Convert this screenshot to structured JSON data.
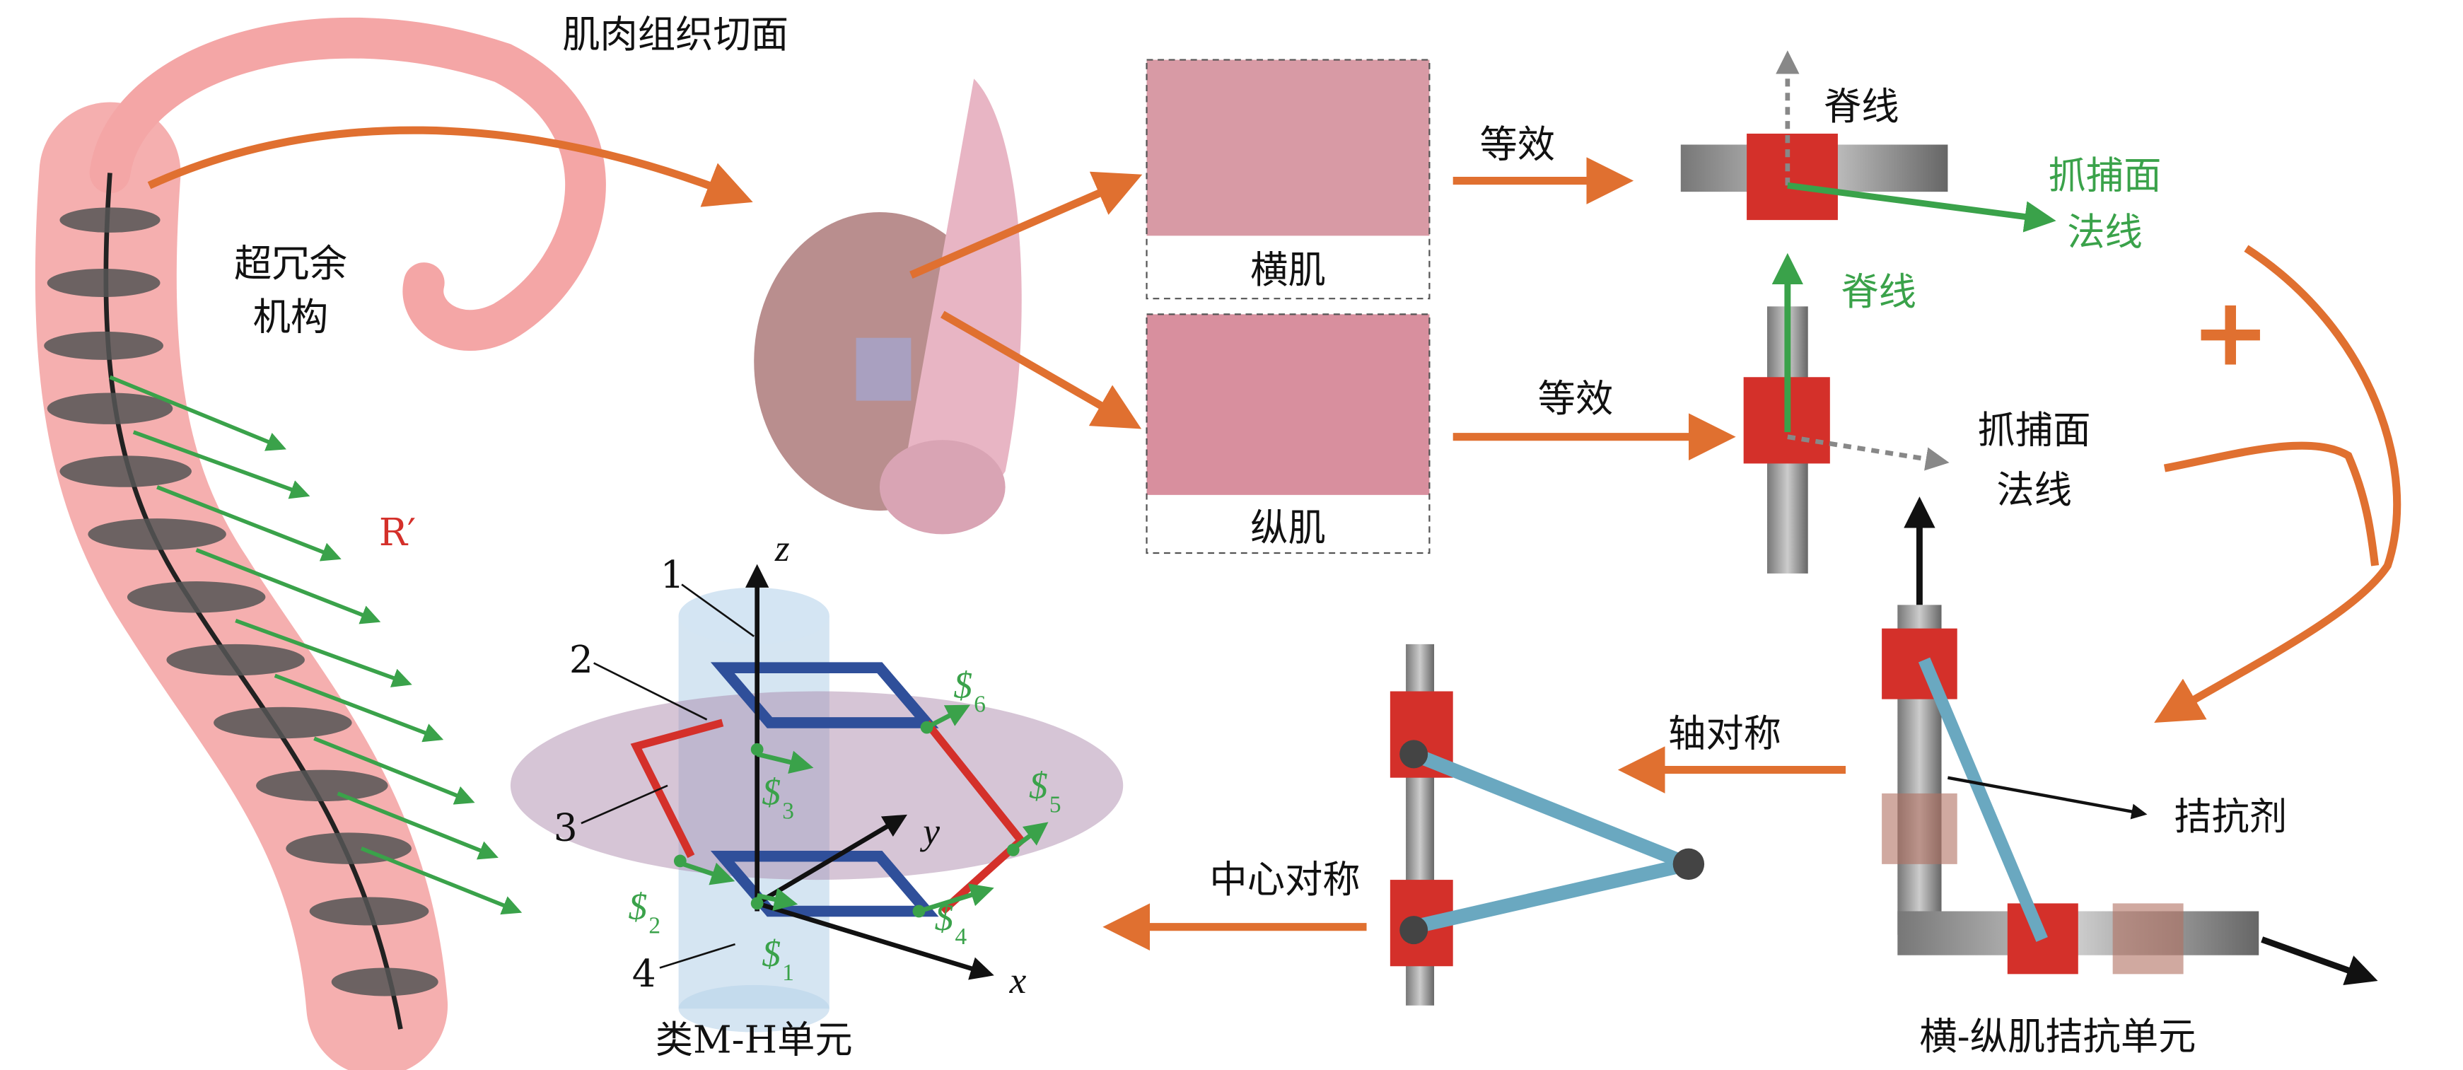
{
  "labels": {
    "muscle_section": "肌肉组织切面",
    "hyper_redundant_1": "超冗余",
    "hyper_redundant_2": "机构",
    "r_prime": "R′",
    "transverse_muscle": "横肌",
    "longitudinal_muscle": "纵肌",
    "equivalent_1": "等效",
    "equivalent_2": "等效",
    "ridge_line_black": "脊线",
    "capture_normal_green_1": "抓捕面",
    "capture_normal_green_2": "法线",
    "ridge_line_green": "脊线",
    "capture_normal_black_1": "抓捕面",
    "capture_normal_black_2": "法线",
    "plus": "+",
    "axial_symmetry": "轴对称",
    "central_symmetry": "中心对称",
    "antagonist": "拮抗剂",
    "antagonist_unit": "横-纵肌拮抗单元",
    "mh_unit": "类M-H单元"
  },
  "mh_diagram": {
    "axes": {
      "x": "x",
      "y": "y",
      "z": "z"
    },
    "parts": [
      "1",
      "2",
      "3",
      "4"
    ],
    "screws": [
      {
        "symbol": "$",
        "index": "1"
      },
      {
        "symbol": "$",
        "index": "2"
      },
      {
        "symbol": "$",
        "index": "3"
      },
      {
        "symbol": "$",
        "index": "4"
      },
      {
        "symbol": "$",
        "index": "5"
      },
      {
        "symbol": "$",
        "index": "6"
      }
    ]
  },
  "colors": {
    "arrow_orange": "#e07030",
    "screw_green": "#3aa24a",
    "link_red": "#d4302a",
    "frame_blue": "#2f4f9a",
    "tentacle_pink": "#f4a6a6"
  }
}
